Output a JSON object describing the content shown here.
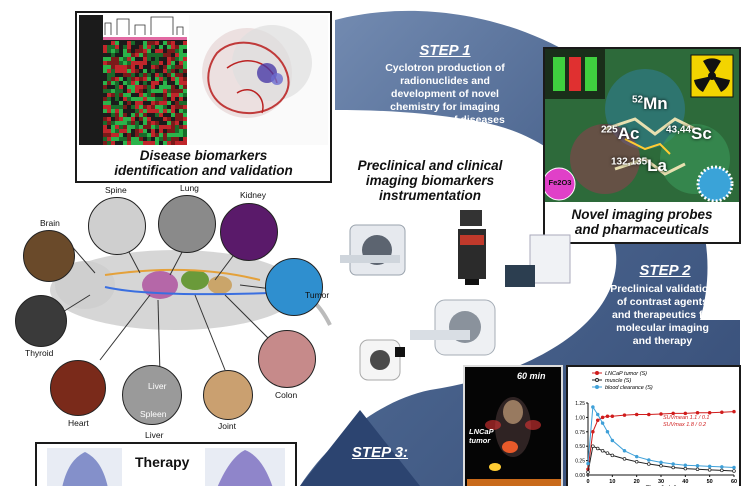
{
  "steps": {
    "step1": {
      "title": "STEP 1",
      "text": [
        "Cyclotron production of",
        "radionuclides and",
        "development of novel",
        "chemistry for imaging",
        "and therapy of diseases"
      ]
    },
    "step2": {
      "title": "STEP 2",
      "text": [
        "Preclinical validation",
        "of contrast agents",
        "and therapeutics for",
        "molecular imaging",
        "and therapy"
      ]
    },
    "step3": {
      "title": "STEP 3:"
    }
  },
  "panels": {
    "biomarkers_caption": [
      "Disease biomarkers",
      "identification and validation"
    ],
    "instrumentation_caption": [
      "Preclinical and clinical",
      "imaging biomarkers",
      "instrumentation"
    ],
    "probes_caption": [
      "Novel imaging probes",
      "and pharmaceuticals"
    ],
    "therapy_label": "Therapy"
  },
  "isotopes": [
    {
      "mass": "52",
      "symbol": "Mn"
    },
    {
      "mass": "225",
      "symbol": "Ac"
    },
    {
      "mass": "43,44",
      "symbol": "Sc"
    },
    {
      "mass": "132,135",
      "symbol": "La"
    }
  ],
  "particle_label": "Fe2O3",
  "organs": {
    "spine": "Spine",
    "lung": "Lung",
    "kidney": "Kidney",
    "brain": "Brain",
    "tumor": "Tumor",
    "thyroid": "Thyroid",
    "heart": "Heart",
    "liver": "Liver",
    "joint": "Joint",
    "colon": "Colon",
    "liver_inner": "Liver",
    "spleen_inner": "Spleen"
  },
  "pet_panel": {
    "time_label": "60 min",
    "tumor_label": [
      "LNCaP",
      "tumor"
    ]
  },
  "chart_data": {
    "type": "line",
    "title": "",
    "xlabel": "Time [min]",
    "ylabel": "",
    "xlim": [
      0,
      60
    ],
    "ylim": [
      0,
      1.25
    ],
    "x_ticks": [
      "0",
      "10",
      "20",
      "30",
      "40",
      "50",
      "60"
    ],
    "y_ticks": [
      "0.00",
      "0.25",
      "0.50",
      "0.75",
      "1.00",
      "1.25"
    ],
    "series": [
      {
        "name": "LNCaP tumor (S)",
        "color": "#d01c1c",
        "x": [
          0,
          2,
          4,
          6,
          8,
          10,
          15,
          20,
          25,
          30,
          35,
          40,
          45,
          50,
          55,
          60
        ],
        "y": [
          0.1,
          0.75,
          0.95,
          1.0,
          1.02,
          1.02,
          1.04,
          1.05,
          1.05,
          1.06,
          1.07,
          1.07,
          1.08,
          1.08,
          1.09,
          1.1
        ]
      },
      {
        "name": "muscle (S)",
        "color": "#222222",
        "x": [
          0,
          2,
          4,
          6,
          8,
          10,
          15,
          20,
          25,
          30,
          35,
          40,
          45,
          50,
          55,
          60
        ],
        "y": [
          0.05,
          0.5,
          0.46,
          0.42,
          0.38,
          0.34,
          0.28,
          0.23,
          0.19,
          0.16,
          0.13,
          0.11,
          0.1,
          0.09,
          0.08,
          0.07
        ]
      },
      {
        "name": "blood clearance (S)",
        "color": "#3fa0d8",
        "x": [
          0,
          2,
          4,
          6,
          8,
          10,
          15,
          20,
          25,
          30,
          35,
          40,
          45,
          50,
          55,
          60
        ],
        "y": [
          0.2,
          1.18,
          1.05,
          0.9,
          0.75,
          0.6,
          0.42,
          0.32,
          0.26,
          0.22,
          0.19,
          0.17,
          0.16,
          0.15,
          0.14,
          0.13
        ]
      }
    ],
    "annotations": [
      {
        "label": "SUVmean",
        "value": "1.1 / 0.1"
      },
      {
        "label": "SUVmax",
        "value": "1.8 / 0.2"
      }
    ]
  },
  "colors": {
    "arrow": "#3f5a86",
    "arrow_light": "#8ea3c4",
    "panel_border": "#1a1a1a"
  }
}
